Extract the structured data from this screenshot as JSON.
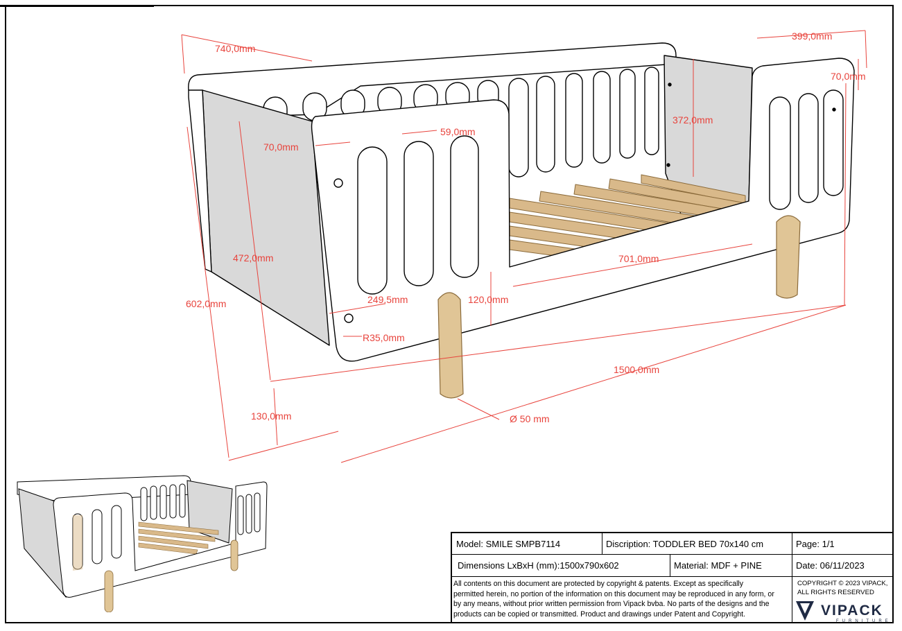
{
  "dimensions": {
    "overall_width": "740,0mm",
    "headboard_depth": "399,0mm",
    "headboard_edge": "70,0mm",
    "headboard_panel_height": "372,0mm",
    "rail_edge": "70,0mm",
    "slot_width": "59,0mm",
    "total_height": "602,0mm",
    "side_height": "472,0mm",
    "opening_length": "701,0mm",
    "slot_spacing": "249,5mm",
    "leg_offset": "120,0mm",
    "corner_radius": "R35,0mm",
    "length": "1500,0mm",
    "leg_height": "130,0mm",
    "leg_diameter": "Ø 50 mm"
  },
  "title_block": {
    "model": "Model: SMILE SMPB7114",
    "description": "Discription: TODDLER BED 70x140 cm",
    "page": "Page: 1/1",
    "dimensions": "Dimensions LxBxH (mm):1500x790x602",
    "material": "Material: MDF + PINE",
    "date": "Date: 06/11/2023",
    "legal_lines": [
      "All contents on this document are protected by copyright & patents. Except as specifically",
      "permitted herein, no portion of the information on this document may be reproduced in any form, or",
      "by any means, without prior written permission from Vipack bvba. No parts of the designs and the",
      "products can be copied or transmitted. Product and drawings under Patent and Copyright."
    ],
    "copyright_line1": "COPYRIGHT  © 2023 VIPACK,",
    "copyright_line2": "ALL RIGHTS RESERVED",
    "brand": "VIPACK",
    "brand_sub": "FURNITURE"
  },
  "colors": {
    "dimension": "#e8433c",
    "wood": "#d9b98a",
    "wood_dark": "#b8905a",
    "panel_shade": "#d9d9d9",
    "logo": "#1f2a44"
  }
}
